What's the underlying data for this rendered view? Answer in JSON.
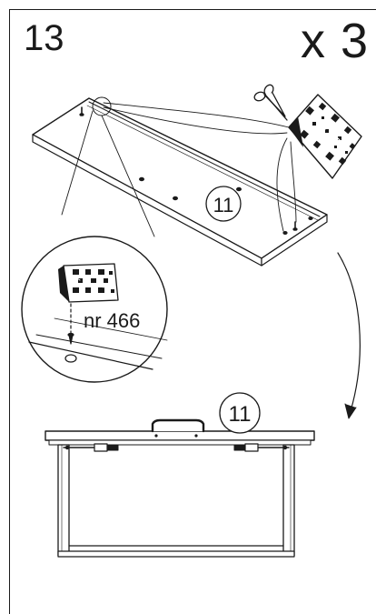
{
  "step": {
    "number": "13",
    "quantity": "x 3"
  },
  "callouts": {
    "top_part": "11",
    "bottom_part": "11"
  },
  "detail": {
    "part_ref": "nr 466"
  },
  "colors": {
    "ink": "#1a1a1a",
    "paper": "#ffffff"
  },
  "icons": [
    "scissors-icon",
    "hanging-bracket-icon",
    "rotate-arrow-icon"
  ]
}
